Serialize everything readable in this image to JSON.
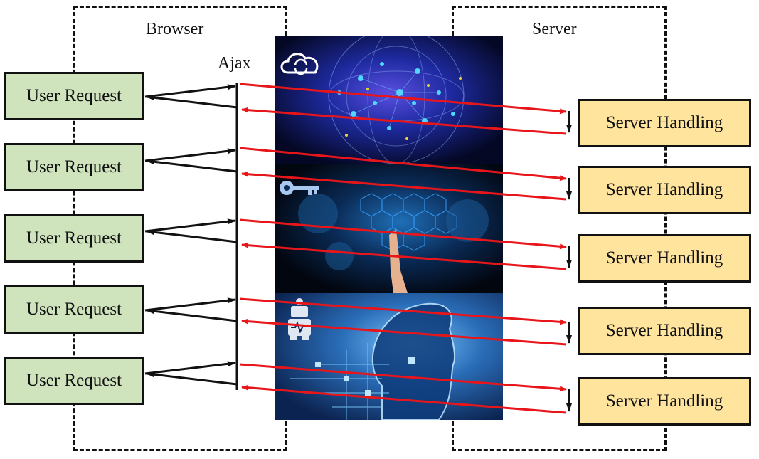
{
  "browser_label": "Browser",
  "server_label": "Server",
  "ajax_label": "Ajax",
  "user_requests": [
    "User Request",
    "User Request",
    "User Request",
    "User Request",
    "User Request"
  ],
  "server_handlings": [
    "Server Handling",
    "Server Handling",
    "Server Handling",
    "Server Handling",
    "Server Handling"
  ],
  "images": [
    "cloud-icon",
    "key-icon",
    "robot-icon"
  ],
  "colors": {
    "user_box": "#cfe3bd",
    "server_box": "#ffe49e",
    "request_arrow": "#e8161b",
    "local_arrow": "#111111"
  }
}
